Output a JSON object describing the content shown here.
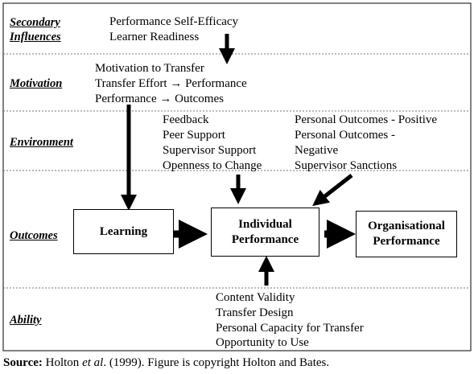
{
  "rows": {
    "secondary": {
      "label": "Secondary Influences",
      "label_line1": "Secondary",
      "label_line2": "Influences",
      "items": [
        "Performance Self-Efficacy",
        "Learner Readiness"
      ]
    },
    "motivation": {
      "label": "Motivation",
      "items": [
        "Motivation to Transfer",
        "Transfer Effort → Performance",
        "Performance → Outcomes"
      ]
    },
    "environment": {
      "label": "Environment",
      "left_items": [
        "Feedback",
        "Peer Support",
        "Supervisor Support",
        "Openness to Change"
      ],
      "right_items": [
        "Personal Outcomes - Positive",
        "Personal Outcomes -",
        "Negative",
        "Supervisor Sanctions"
      ]
    },
    "outcomes": {
      "label": "Outcomes",
      "boxes": {
        "learning": "Learning",
        "individual_line1": "Individual",
        "individual_line2": "Performance",
        "organisational_line1": "Organisational",
        "organisational_line2": "Performance"
      }
    },
    "ability": {
      "label": "Ability",
      "items": [
        "Content Validity",
        "Transfer Design",
        "Personal Capacity for Transfer",
        "Opportunity to Use"
      ]
    }
  },
  "caption": {
    "source_label": "Source:",
    "text_before": " Holton ",
    "et_al": "et al",
    "text_after": ". (1999). Figure is copyright Holton and Bates."
  }
}
